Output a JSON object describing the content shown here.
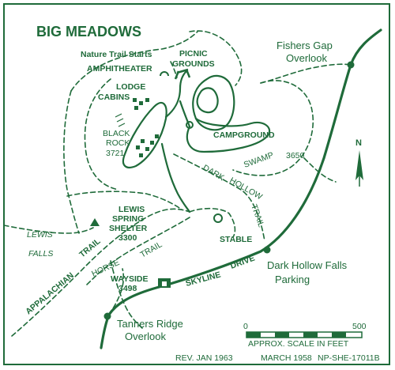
{
  "title": "BIG MEADOWS",
  "labels": {
    "nature_trail": "Nature Trail Starts",
    "picnic": "PICNIC",
    "grounds": "GROUNDS",
    "amphitheater": "AMPHITHEATER",
    "lodge": "LODGE",
    "cabins": "CABINS",
    "black": "BLACK",
    "rock": "ROCK",
    "black_rock_elev": "3721",
    "campground": "CAMPGROUND",
    "fishers_gap_1": "Fishers Gap",
    "fishers_gap_2": "Overlook",
    "elev_3650": "3650",
    "dark": "DARK",
    "swamp": "SWAMP",
    "hollow": "HOLLOW",
    "trail": "TRAIL",
    "lewis": "LEWIS",
    "spring": "SPRING",
    "shelter": "SHELTER",
    "shelter_elev": "3300",
    "lewis_falls_1": "LEWIS",
    "lewis_falls_2": "FALLS",
    "stable": "STABLE",
    "appalachian": "APPALACHIAN",
    "at_trail": "TRAIL",
    "horse": "HORSE",
    "horse_trail": "TRAIL",
    "wayside": "WAYSIDE",
    "wayside_elev": "3498",
    "skyline": "SKYLINE",
    "drive": "DRIVE",
    "dark_hollow_1": "Dark Hollow Falls",
    "dark_hollow_2": "Parking",
    "tanners_1": "Tanners Ridge",
    "tanners_2": "Overlook"
  },
  "scale": {
    "zero": "0",
    "max": "500",
    "caption": "APPROX. SCALE IN FEET"
  },
  "footer": {
    "rev": "REV. JAN 1963",
    "date": "MARCH 1958",
    "code": "NP-SHE-17011B"
  },
  "north": "N",
  "colors": {
    "ink": "#1f6b3a",
    "paper": "#ffffff"
  }
}
